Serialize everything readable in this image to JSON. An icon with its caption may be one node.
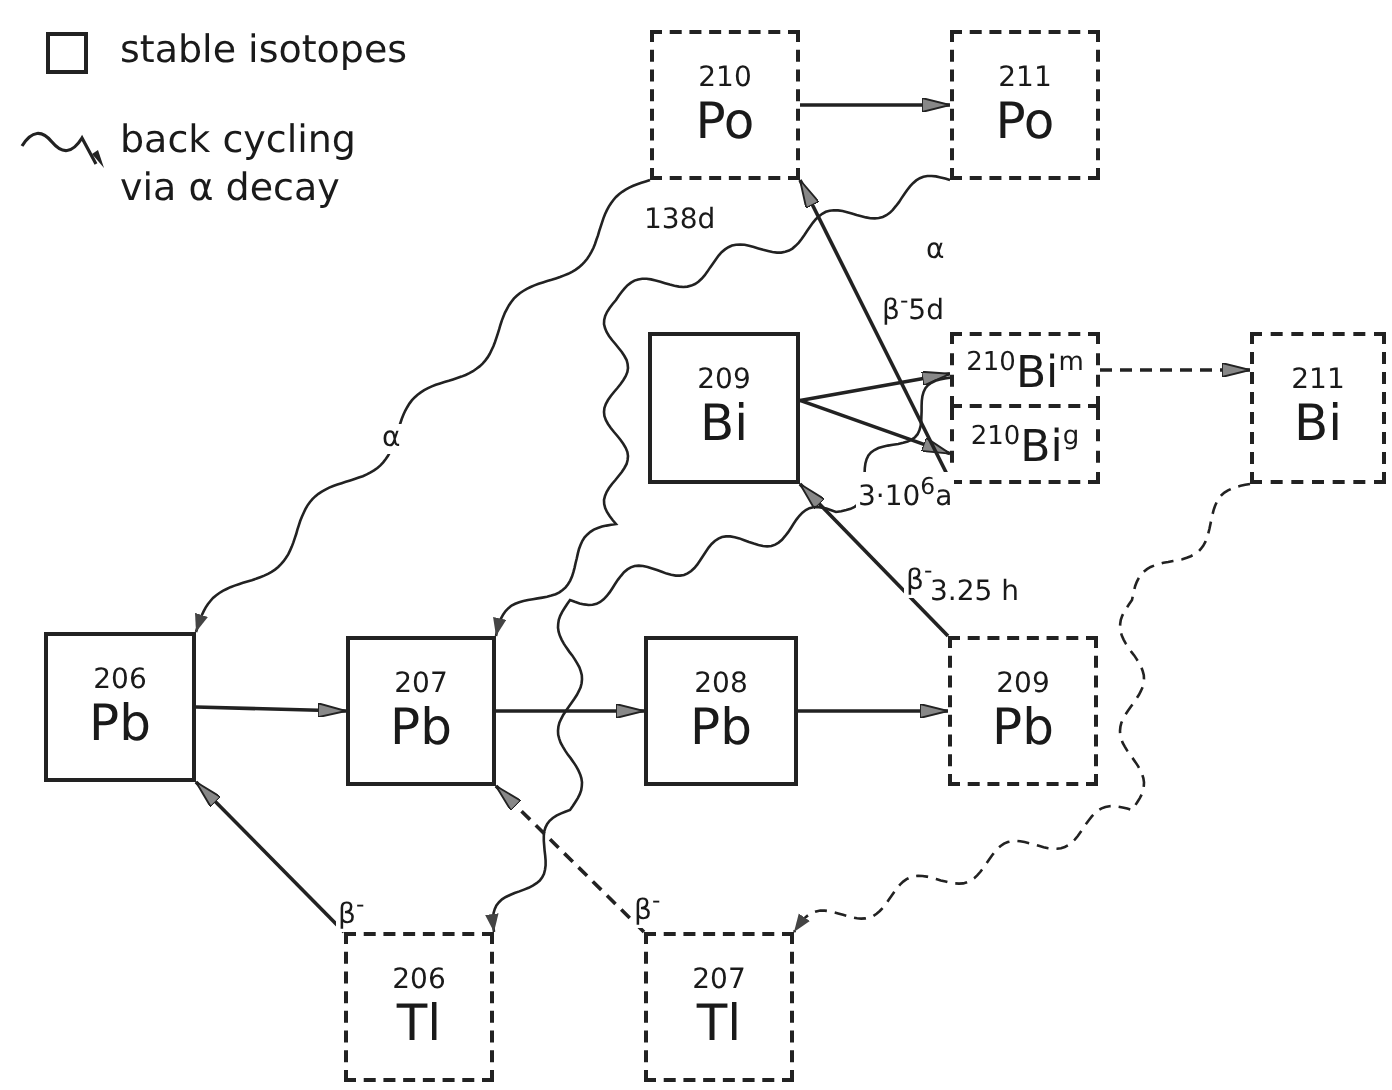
{
  "diagram": {
    "nodes": [
      {
        "text": [
          "210",
          "Po"
        ]
      },
      {
        "text": [
          "211",
          "Po"
        ]
      },
      {
        "text": [
          "209",
          "Bi"
        ]
      },
      {
        "text": [
          "$^{210}$Bi$^{m}$"
        ]
      },
      {
        "text": [
          "$^{210}$Bi$^{g}$"
        ]
      },
      {
        "text": [
          "211",
          "Bi"
        ]
      },
      {
        "text": [
          "206",
          "Pb"
        ]
      },
      {
        "text": [
          "207",
          "Pb"
        ]
      },
      {
        "text": [
          "208",
          "Pb"
        ]
      },
      {
        "text": [
          "209",
          "Pb"
        ]
      },
      {
        "text": [
          "206",
          "Tl"
        ]
      },
      {
        "text": [
          "207",
          "Tl"
        ]
      }
    ],
    "edges": [
      {
        "from": 0,
        "to": 1,
        "arrow": "to"
      },
      {
        "from": 2,
        "to": 3,
        "arrow": "to"
      },
      {
        "from": 2,
        "to": 4,
        "arrow": "to"
      },
      {
        "from": 4,
        "to": 0,
        "arrow": "to",
        "label": "β$^{-}$5d"
      },
      {
        "from": 3,
        "to": 5,
        "arrow": "to",
        "style": "dashed"
      },
      {
        "from": 9,
        "to": 2,
        "arrow": "to",
        "label": "β$^{-}$"
      },
      {
        "from": 6,
        "to": 7,
        "arrow": "to"
      },
      {
        "from": 7,
        "to": 8,
        "arrow": "to"
      },
      {
        "from": 8,
        "to": 9,
        "arrow": "to"
      },
      {
        "from": 10,
        "to": 6,
        "arrow": "to",
        "label": "β$^{-}$"
      },
      {
        "from": 11,
        "to": 7,
        "arrow": "to",
        "style": "dashed",
        "label": "β$^{-}$"
      },
      {
        "from": 0,
        "to": 6,
        "arrow": "to",
        "label": "α"
      },
      {
        "from": 1,
        "to": 7,
        "arrow": "to",
        "label": "α"
      },
      {
        "from": 3,
        "to": 10,
        "arrow": "to",
        "label": "3·10$^{6}$a"
      },
      {
        "from": 5,
        "to": 11,
        "arrow": "to",
        "style": "dashed"
      }
    ],
    "labels": [
      "138d",
      "3.25 h"
    ],
    "legend": [
      {
        "text": "stable isotopes"
      },
      {
        "text": "back cycling via α decay"
      }
    ]
  }
}
